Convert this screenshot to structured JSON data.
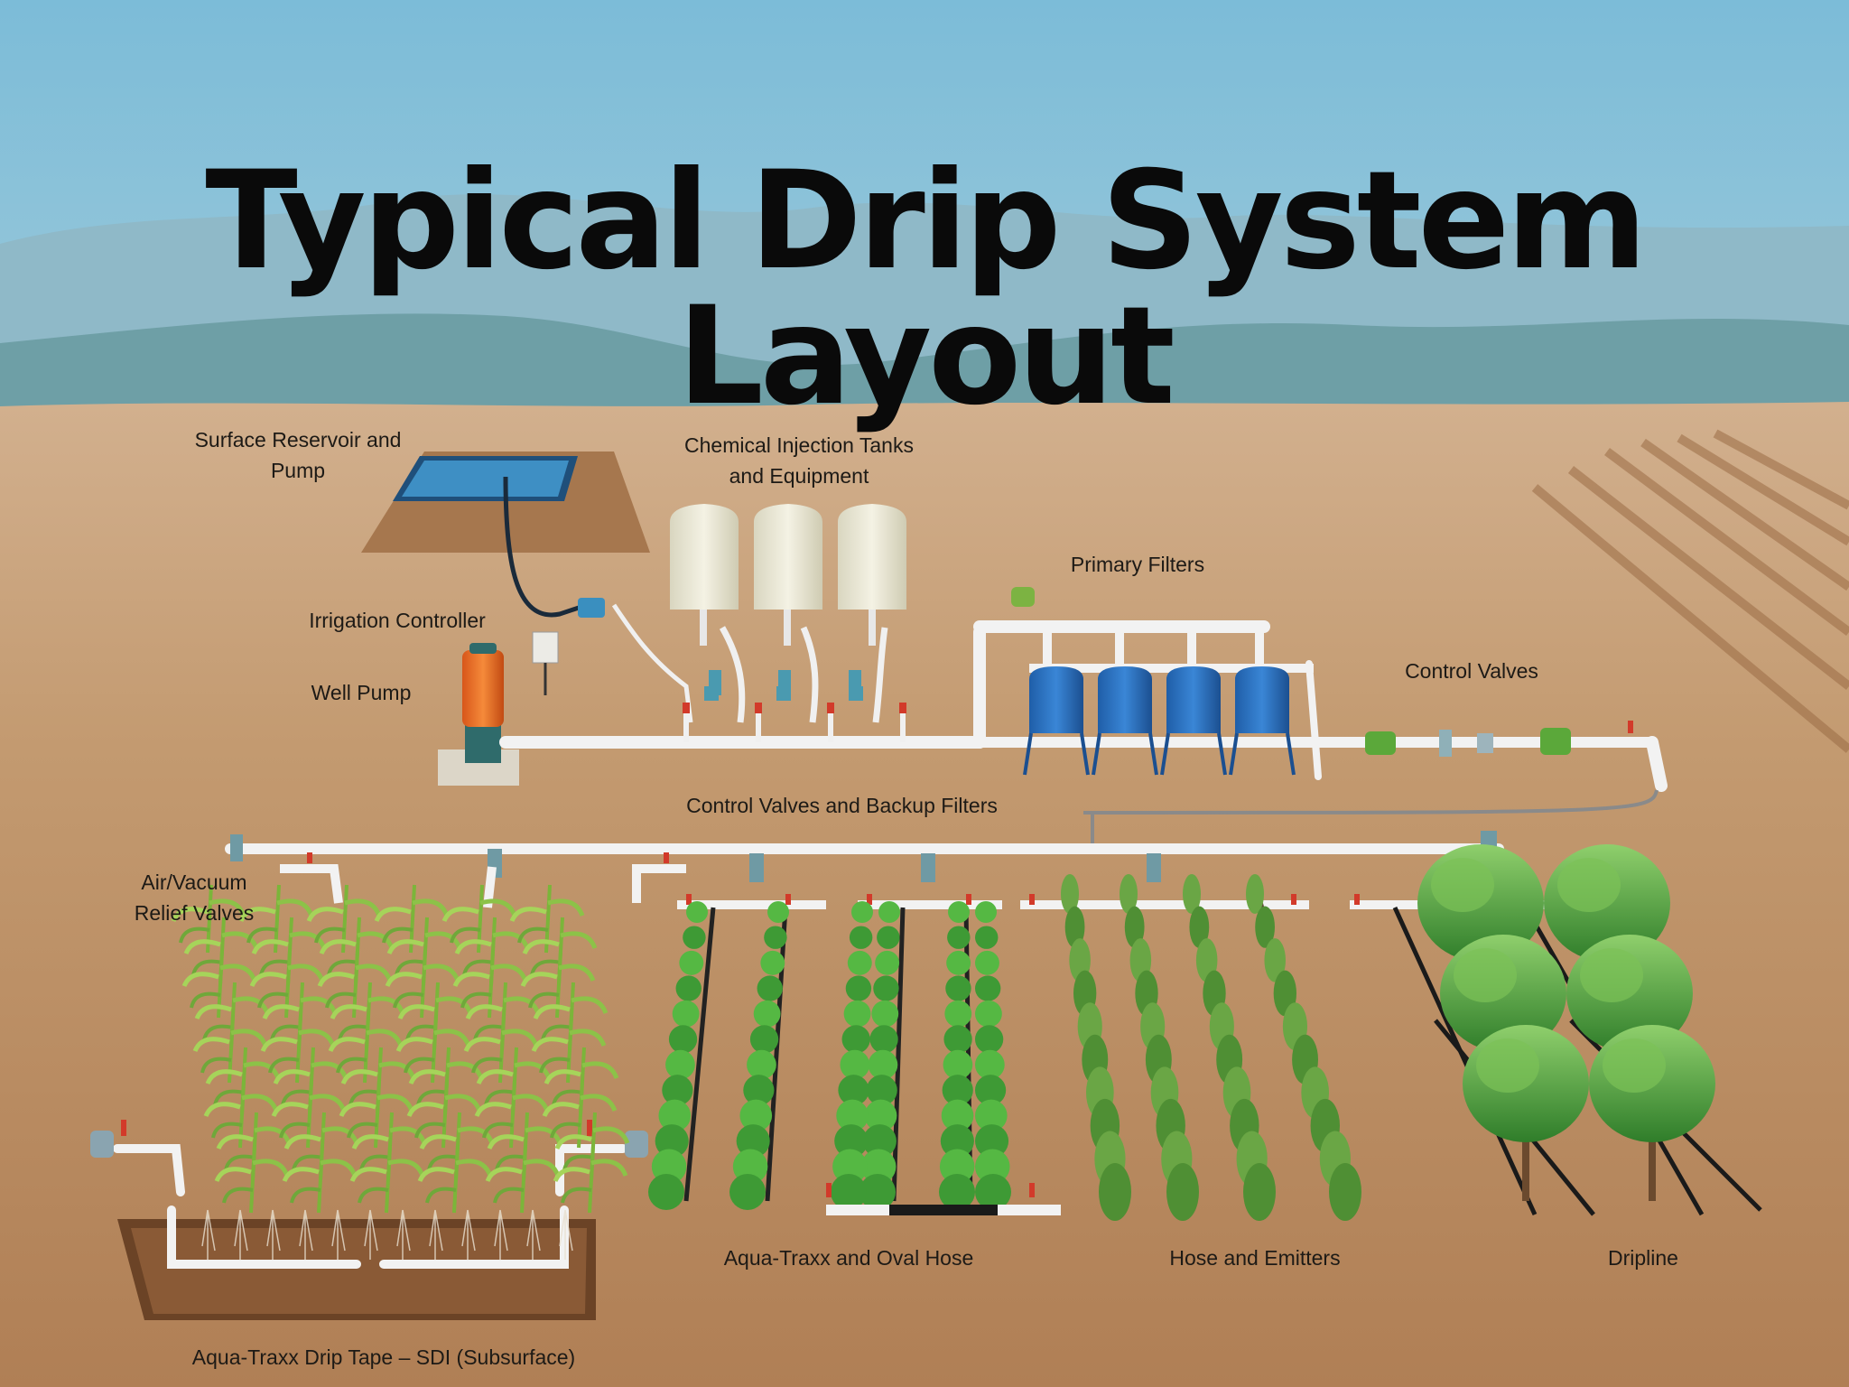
{
  "title": "Typical Drip System Layout",
  "labels": {
    "surface_reservoir": [
      "Surface Reservoir and",
      "Pump"
    ],
    "chemical_injection": [
      "Chemical Injection Tanks",
      "and Equipment"
    ],
    "primary_filters": "Primary Filters",
    "irrigation_controller": "Irrigation Controller",
    "well_pump": "Well Pump",
    "control_valves": "Control Valves",
    "control_valves_backup": "Control Valves and Backup Filters",
    "air_vacuum": [
      "Air/Vacuum",
      "Relief Valves"
    ],
    "aqua_traxx_oval": "Aqua-Traxx and Oval Hose",
    "hose_emitters": "Hose and Emitters",
    "dripline": "Dripline",
    "aqua_traxx_sdi": "Aqua-Traxx Drip Tape – SDI (Subsurface)"
  },
  "colors": {
    "sky": "#7dbad6",
    "mountains": "#6fa3a8",
    "soil": "#b98c62",
    "pipe": "#f2f2f2",
    "filter_tank": "#2d72c4",
    "chem_tank": "#ece9d6",
    "pump": "#e86b1f",
    "plants": "#3f9a2e"
  }
}
